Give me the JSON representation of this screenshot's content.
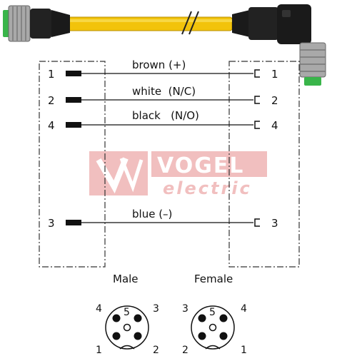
{
  "colors": {
    "cable_yellow": "#f2c30b",
    "cable_edge": "#b88f00",
    "black": "#111111",
    "metal": "#a9a9a9",
    "green": "#39b54a",
    "watermark_red": "#d94a4a"
  },
  "watermark": {
    "brand": "VOGEL",
    "sub": "electric"
  },
  "wires": [
    {
      "label": "brown (+)",
      "left_pin": "1",
      "right_pin": "1"
    },
    {
      "label": "white  (N/C)",
      "left_pin": "2",
      "right_pin": "2"
    },
    {
      "label": "black   (N/O)",
      "left_pin": "4",
      "right_pin": "4"
    },
    {
      "label": "blue (–)",
      "left_pin": "3",
      "right_pin": "3"
    }
  ],
  "connectors": {
    "male": {
      "title": "Male",
      "pins": {
        "top_left": "4",
        "center_top": "5",
        "top_right": "3",
        "bottom_left": "1",
        "bottom_right": "2"
      }
    },
    "female": {
      "title": "Female",
      "pins": {
        "top_left": "3",
        "center_top": "5",
        "top_right": "4",
        "bottom_left": "2",
        "bottom_right": "1"
      }
    }
  }
}
